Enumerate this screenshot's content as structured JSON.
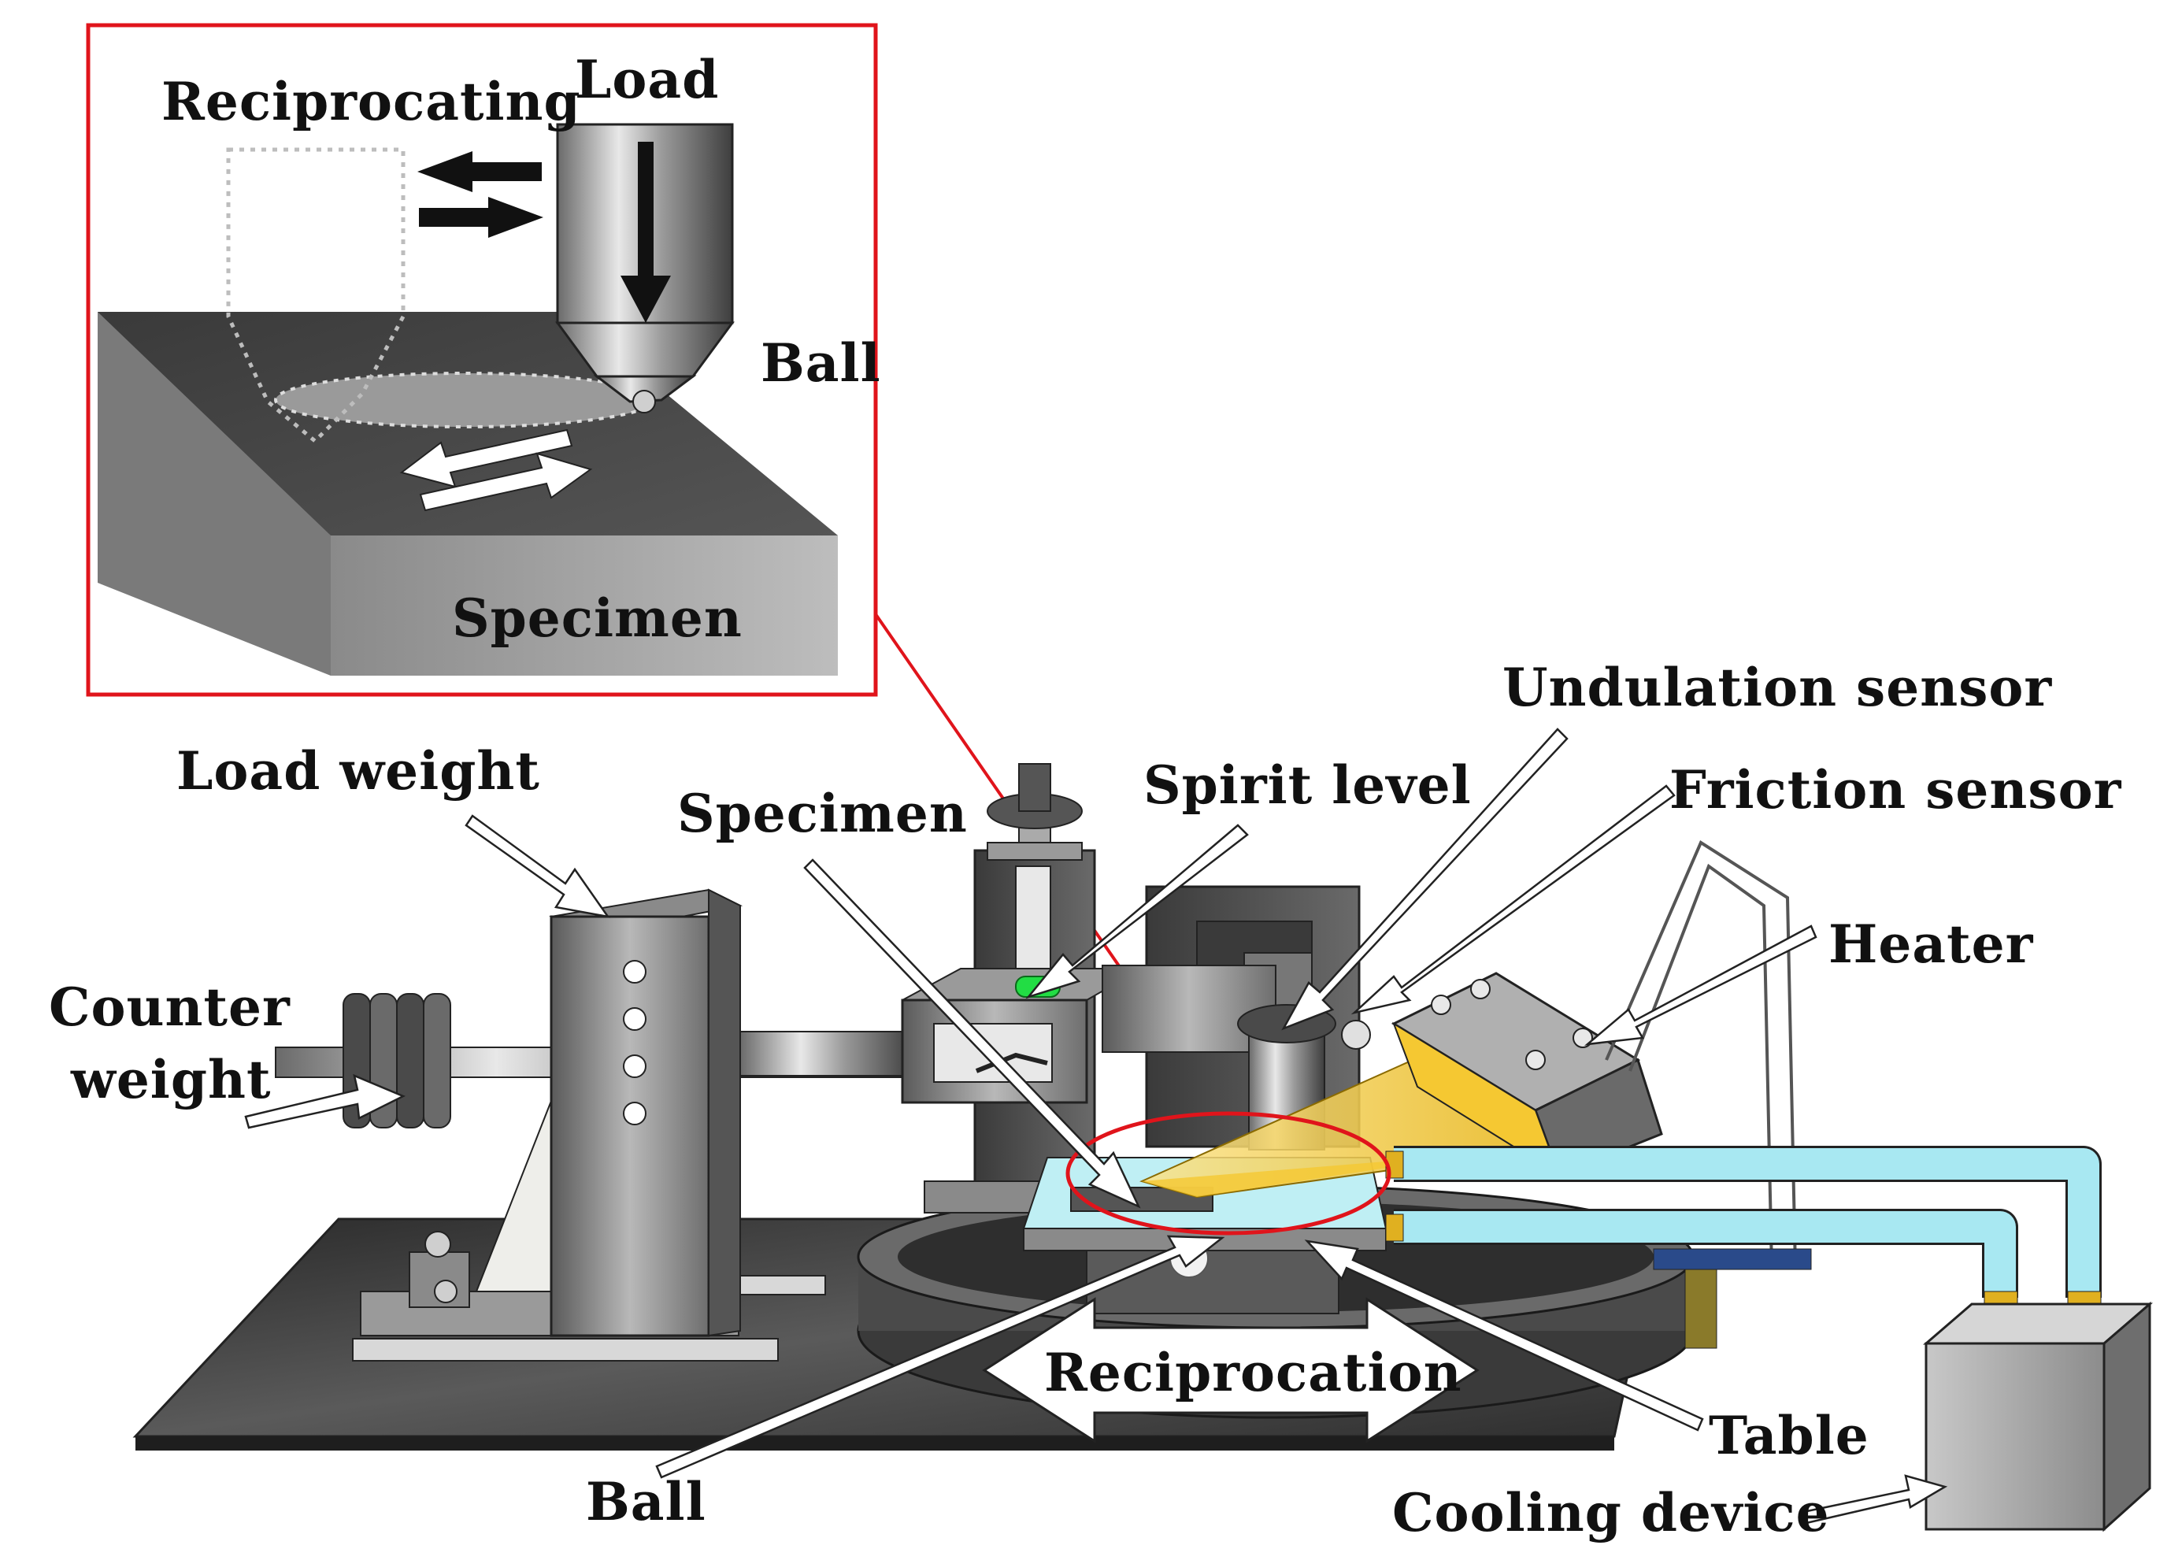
{
  "inset": {
    "reciprocating": "Reciprocating",
    "load": "Load",
    "ball": "Ball",
    "specimen": "Specimen",
    "frame_color": "#e0141b"
  },
  "labels": {
    "load_weight": "Load weight",
    "counter_weight_line1": "Counter",
    "counter_weight_line2": "weight",
    "specimen": "Specimen",
    "spirit_level": "Spirit level",
    "undulation_sensor": "Undulation sensor",
    "friction_sensor": "Friction sensor",
    "heater": "Heater",
    "reciprocation": "Reciprocation",
    "table": "Table",
    "ball": "Ball",
    "cooling_device": "Cooling device"
  },
  "colors": {
    "highlight": "#e0141b",
    "friction_sensor_yellow": "#f5c832",
    "spirit_level_green": "#22dd44",
    "cooling_pipe": "#a8e8f2"
  }
}
